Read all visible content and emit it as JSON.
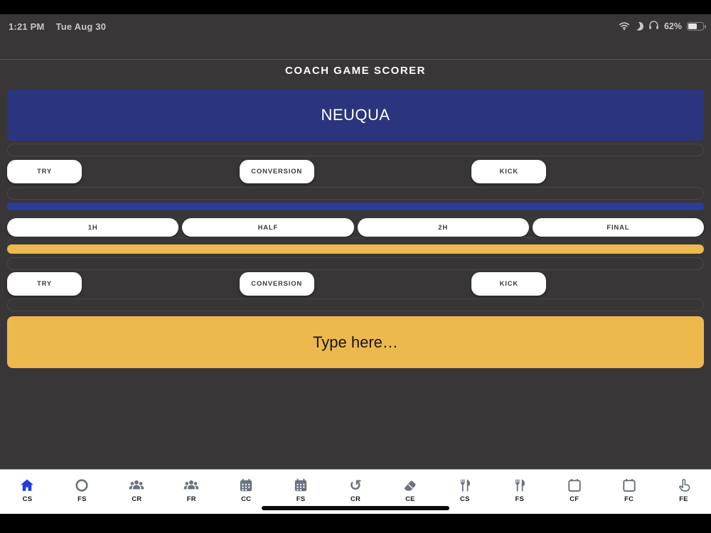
{
  "status_bar": {
    "time": "1:21 PM",
    "date": "Tue Aug 30",
    "battery_percent": "62%",
    "icons": [
      "wifi-icon",
      "moon-icon",
      "headphones-icon",
      "battery-icon"
    ]
  },
  "header": {
    "title": "COACH GAME SCORER"
  },
  "scoreboard": {
    "team_banner": "NEUQUA",
    "action_row_top": [
      "TRY",
      "CONVERSION",
      "KICK"
    ],
    "period_row": [
      "1H",
      "HALF",
      "2H",
      "FINAL"
    ],
    "action_row_bottom": [
      "TRY",
      "CONVERSION",
      "KICK"
    ],
    "note_input_placeholder": "Type here…"
  },
  "colors": {
    "app_background": "#393637",
    "team_banner_navy": "#2a357e",
    "divider_navy": "#2c3b94",
    "divider_gold": "#edb94d",
    "selected_tab_blue": "#1d3ce8",
    "button_white": "#ffffff"
  },
  "tab_bar": {
    "items": [
      {
        "icon": "home-icon",
        "label": "CS",
        "selected": true
      },
      {
        "icon": "circle-icon",
        "label": "FS",
        "selected": false
      },
      {
        "icon": "users-icon",
        "label": "CR",
        "selected": false
      },
      {
        "icon": "users-icon",
        "label": "FR",
        "selected": false
      },
      {
        "icon": "calendar-grid-icon",
        "label": "CC",
        "selected": false
      },
      {
        "icon": "calendar-grid-icon",
        "label": "FS",
        "selected": false
      },
      {
        "icon": "undo-icon",
        "label": "CR",
        "selected": false
      },
      {
        "icon": "eraser-icon",
        "label": "CE",
        "selected": false
      },
      {
        "icon": "utensils-icon",
        "label": "CS",
        "selected": false
      },
      {
        "icon": "utensils-icon",
        "label": "FS",
        "selected": false
      },
      {
        "icon": "calendar-blank-icon",
        "label": "CF",
        "selected": false
      },
      {
        "icon": "calendar-blank-icon",
        "label": "FC",
        "selected": false
      },
      {
        "icon": "hand-icon",
        "label": "FE",
        "selected": false
      }
    ]
  }
}
